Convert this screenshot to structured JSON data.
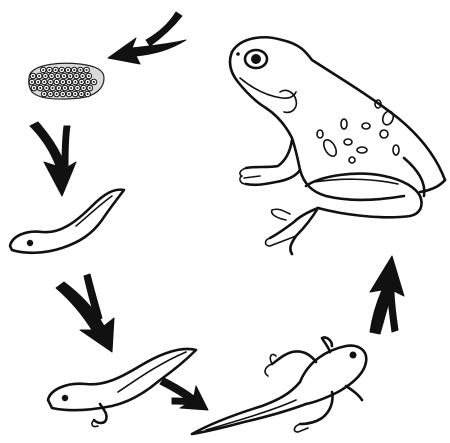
{
  "diagram": {
    "stages": [
      {
        "id": "eggs",
        "icon": "frog-eggs-icon"
      },
      {
        "id": "young-tadpole",
        "icon": "tadpole-icon"
      },
      {
        "id": "older-tadpole",
        "icon": "tadpole-with-legs-icon"
      },
      {
        "id": "froglet",
        "icon": "froglet-icon"
      },
      {
        "id": "adult-frog",
        "icon": "frog-icon"
      }
    ],
    "flow_direction": "counter-clockwise",
    "colors": {
      "ink": "#111111",
      "background": "#ffffff"
    }
  }
}
